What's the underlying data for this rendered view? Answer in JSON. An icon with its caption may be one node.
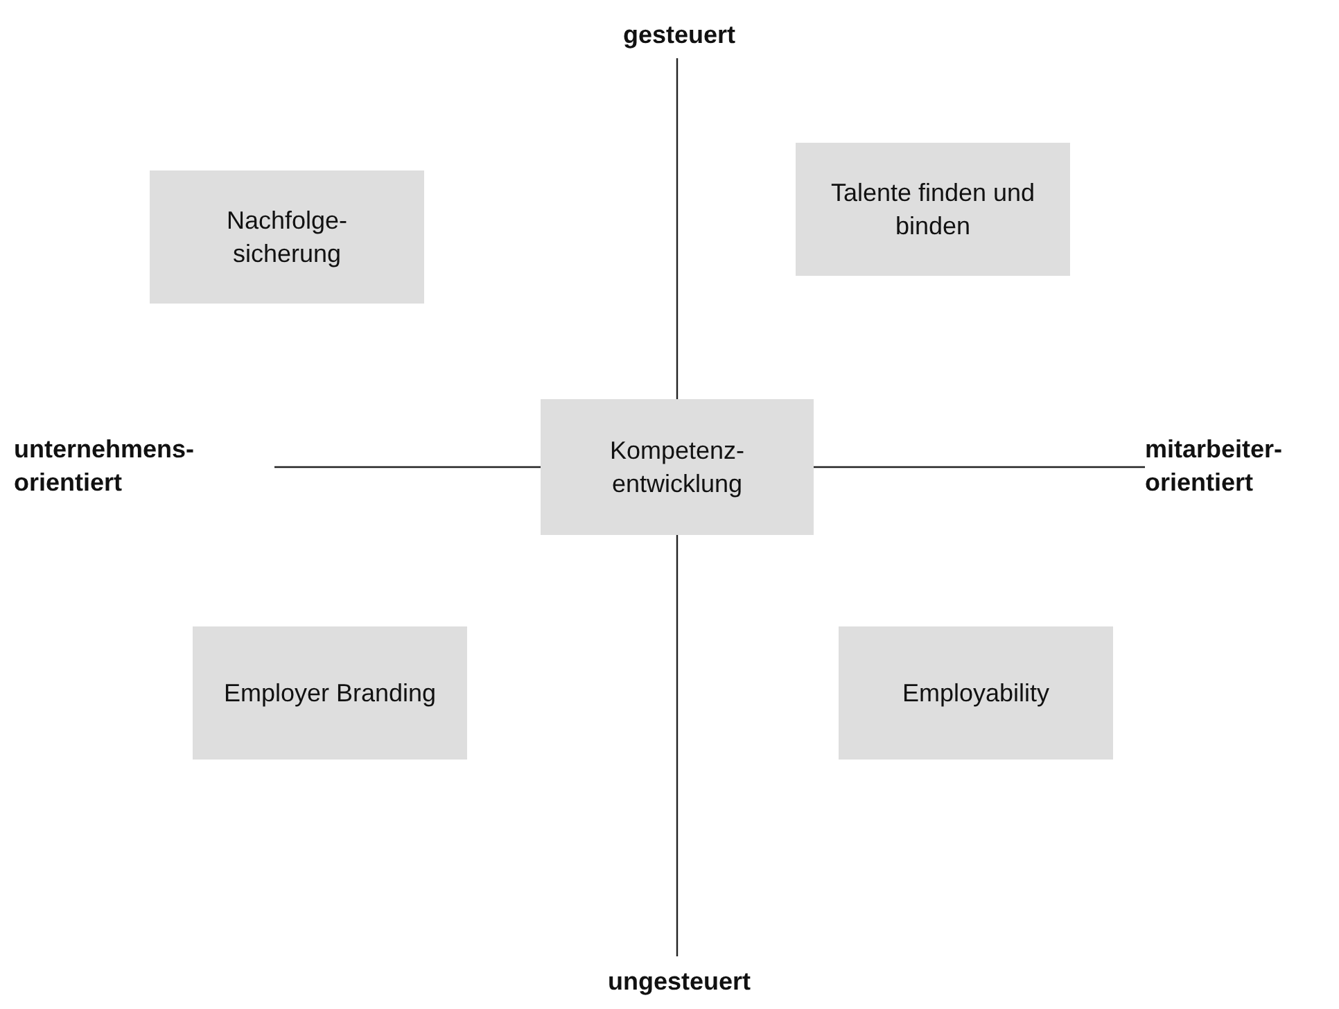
{
  "diagram": {
    "nodes": [
      {
        "text": [
          "gesteuert"
        ]
      },
      {
        "text": [
          "Nachfolge- sicherung"
        ]
      },
      {
        "text": [
          "Talente finden und binden"
        ]
      },
      {
        "text": [
          "unternehmens- orientiert"
        ]
      },
      {
        "text": [
          "Kompetenz- entwicklung"
        ]
      },
      {
        "text": [
          "mitarbeiter- orientiert"
        ]
      },
      {
        "text": [
          "Employer Branding"
        ]
      },
      {
        "text": [
          "Employability"
        ]
      },
      {
        "text": [
          "ungesteuert"
        ]
      }
    ],
    "edges": [
      {
        "from": 4,
        "to": 0,
        "arrow": "none"
      },
      {
        "from": 4,
        "to": 8,
        "arrow": "none"
      },
      {
        "from": 4,
        "to": 3,
        "arrow": "none"
      },
      {
        "from": 4,
        "to": 5,
        "arrow": "none"
      }
    ]
  }
}
